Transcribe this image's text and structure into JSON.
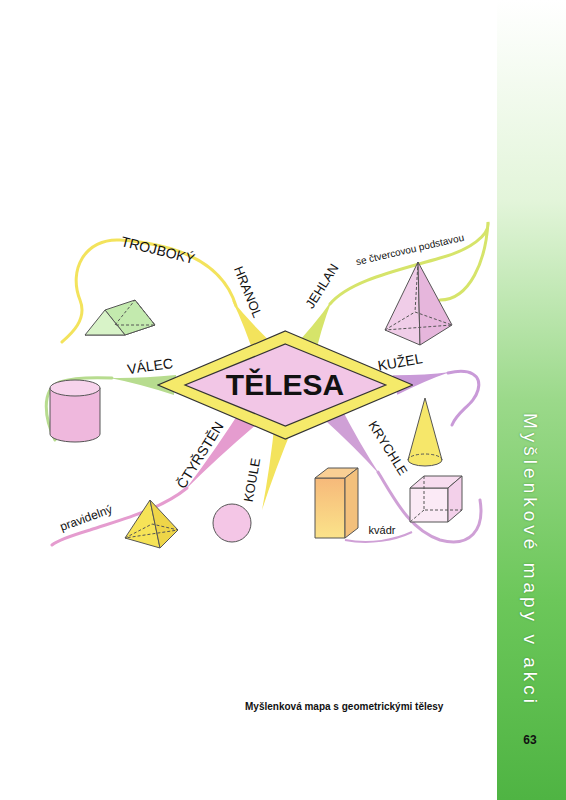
{
  "diagram": {
    "caption": "Myšlenková mapa s geometrickými tělesy",
    "nodes": [
      {
        "text": [
          "TĚLESA"
        ]
      }
    ],
    "labels": [
      "TROJBOKÝ",
      "HRANOL",
      "JEHLAN",
      "se čtvercovou podstavou",
      "KUŽEL",
      "KRYCHLE",
      "kvádr",
      "KOULE",
      "ČTYŘSTĚN",
      "pravidelný",
      "VÁLEC",
      "Myšlenkové mapy v akci",
      "63"
    ]
  }
}
